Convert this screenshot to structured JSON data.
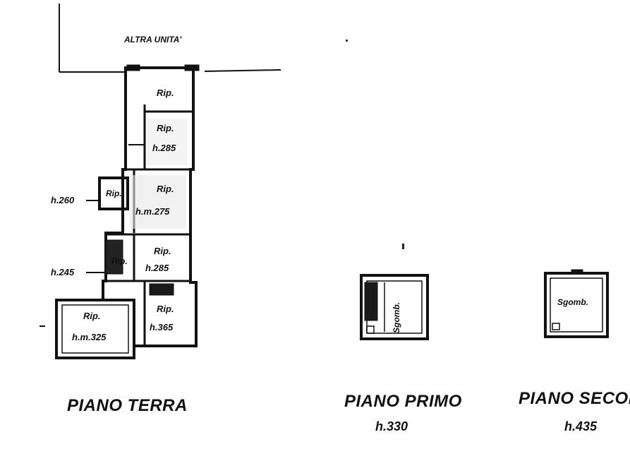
{
  "top_label": "ALTRA UNITA'",
  "ground_floor": {
    "title": "PIANO TERRA",
    "rooms": [
      {
        "name": "Rip.",
        "height": ""
      },
      {
        "name": "Rip.",
        "height": "h.285"
      },
      {
        "name": "Rip.",
        "height": "h.m.275"
      },
      {
        "name": "Rip.",
        "height": ""
      },
      {
        "name": "Rip.",
        "height": "h.285"
      },
      {
        "name": "Rip.",
        "height": ""
      },
      {
        "name": "Rip.",
        "height": "h.365"
      },
      {
        "name": "Rip.",
        "height": "h.m.325"
      }
    ],
    "side_heights": [
      "h.260",
      "h.245"
    ]
  },
  "first_floor": {
    "title": "PIANO PRIMO",
    "height": "h.330",
    "room": "Sgomb."
  },
  "second_floor": {
    "title": "PIANO SECON",
    "height": "h.435",
    "room": "Sgomb."
  },
  "colors": {
    "ink": "#111111",
    "paper": "#ffffff",
    "fill_dark": "#1a1a1a",
    "smudge": "#e8e8e8"
  }
}
